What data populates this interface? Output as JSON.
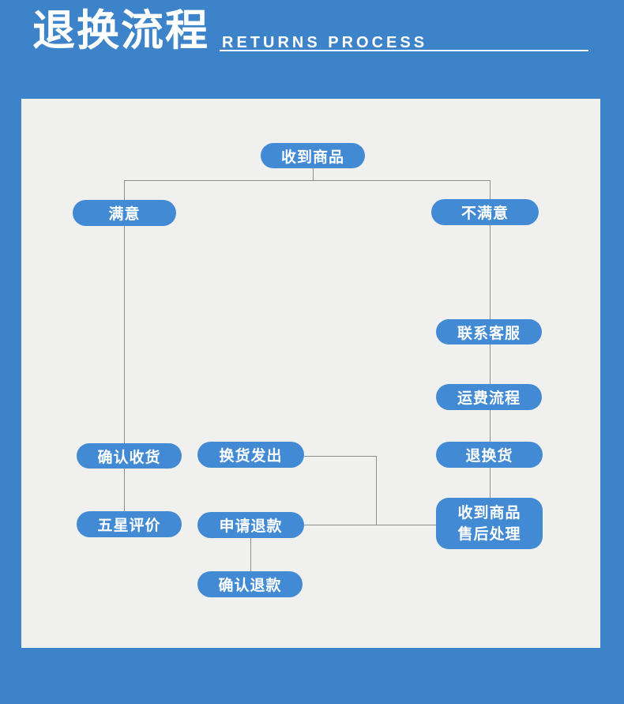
{
  "header": {
    "title": "退换流程",
    "subtitle": "RETURNS PROCESS"
  },
  "colors": {
    "background": "#3d83c9",
    "panel": "#f0f0ef",
    "node": "#428ad3",
    "line": "#8c8c8c",
    "text": "#ffffff"
  },
  "flowchart": {
    "nodes": {
      "received": "收到商品",
      "satisfied": "满意",
      "unsatisfied": "不满意",
      "contact_service": "联系客服",
      "shipping_process": "运费流程",
      "return_exchange": "退换货",
      "aftersale_line1": "收到商品",
      "aftersale_line2": "售后处理",
      "confirm_receipt": "确认收货",
      "five_star_review": "五星评价",
      "exchange_sent": "换货发出",
      "apply_refund": "申请退款",
      "confirm_refund": "确认退款"
    }
  }
}
